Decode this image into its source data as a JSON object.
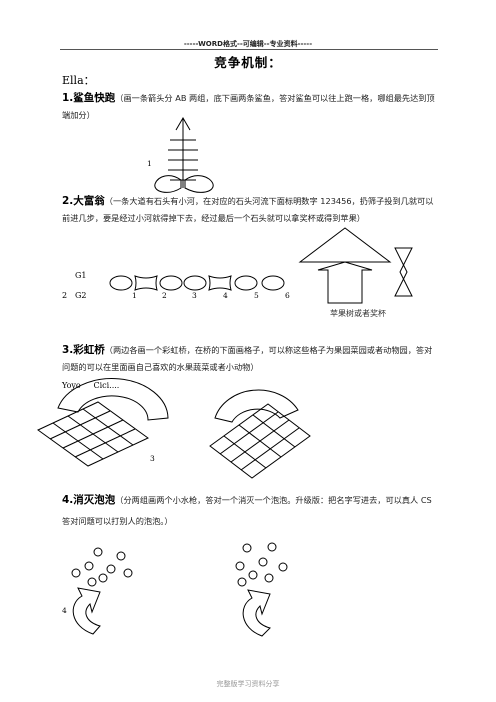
{
  "header": {
    "text": "-----WORD格式--可编辑--专业资料-----"
  },
  "title": "竞争机制：",
  "ella": "Ella：",
  "sections": [
    {
      "label": "1.鲨鱼快跑",
      "desc": "（画一条箭头分 AB 两组，底下画两条鲨鱼，答对鲨鱼可以往上跑一格，哪组最先达到顶端加分）"
    },
    {
      "label": "2.大富翁",
      "desc": "（一条大道有石头有小河，在对应的石头河流下面标明数字 123456，扔筛子投到几就可以前进几步，要是经过小河就得掉下去，经过最后一个石头就可以拿奖杯或得到苹果）"
    },
    {
      "label": "3.彩虹桥",
      "desc": "（两边各画一个彩虹桥，在桥的下面画格子，可以称这些格子为果园菜园或者动物园，答对问题的可以在里面画自己喜欢的水果蔬菜或者小动物）"
    },
    {
      "label": "4.消灭泡泡",
      "desc": "（分两组画两个小水枪，答对一个消灭一个泡泡。升级版：把名字写进去，可以真人 CS 答对问题可以打别人的泡泡。）"
    }
  ],
  "shark": {
    "number": "1"
  },
  "monopoly": {
    "group1": "G1",
    "group2": "G2",
    "prefix": "2",
    "steps": [
      "1",
      "2",
      "3",
      "4",
      "5",
      "6"
    ],
    "reward_label": "苹果树或者奖杯"
  },
  "rainbow": {
    "names": "Yoyo     Cici....",
    "number": "3"
  },
  "bubbles": {
    "number": "4"
  },
  "footer": "完整版学习资料分享"
}
